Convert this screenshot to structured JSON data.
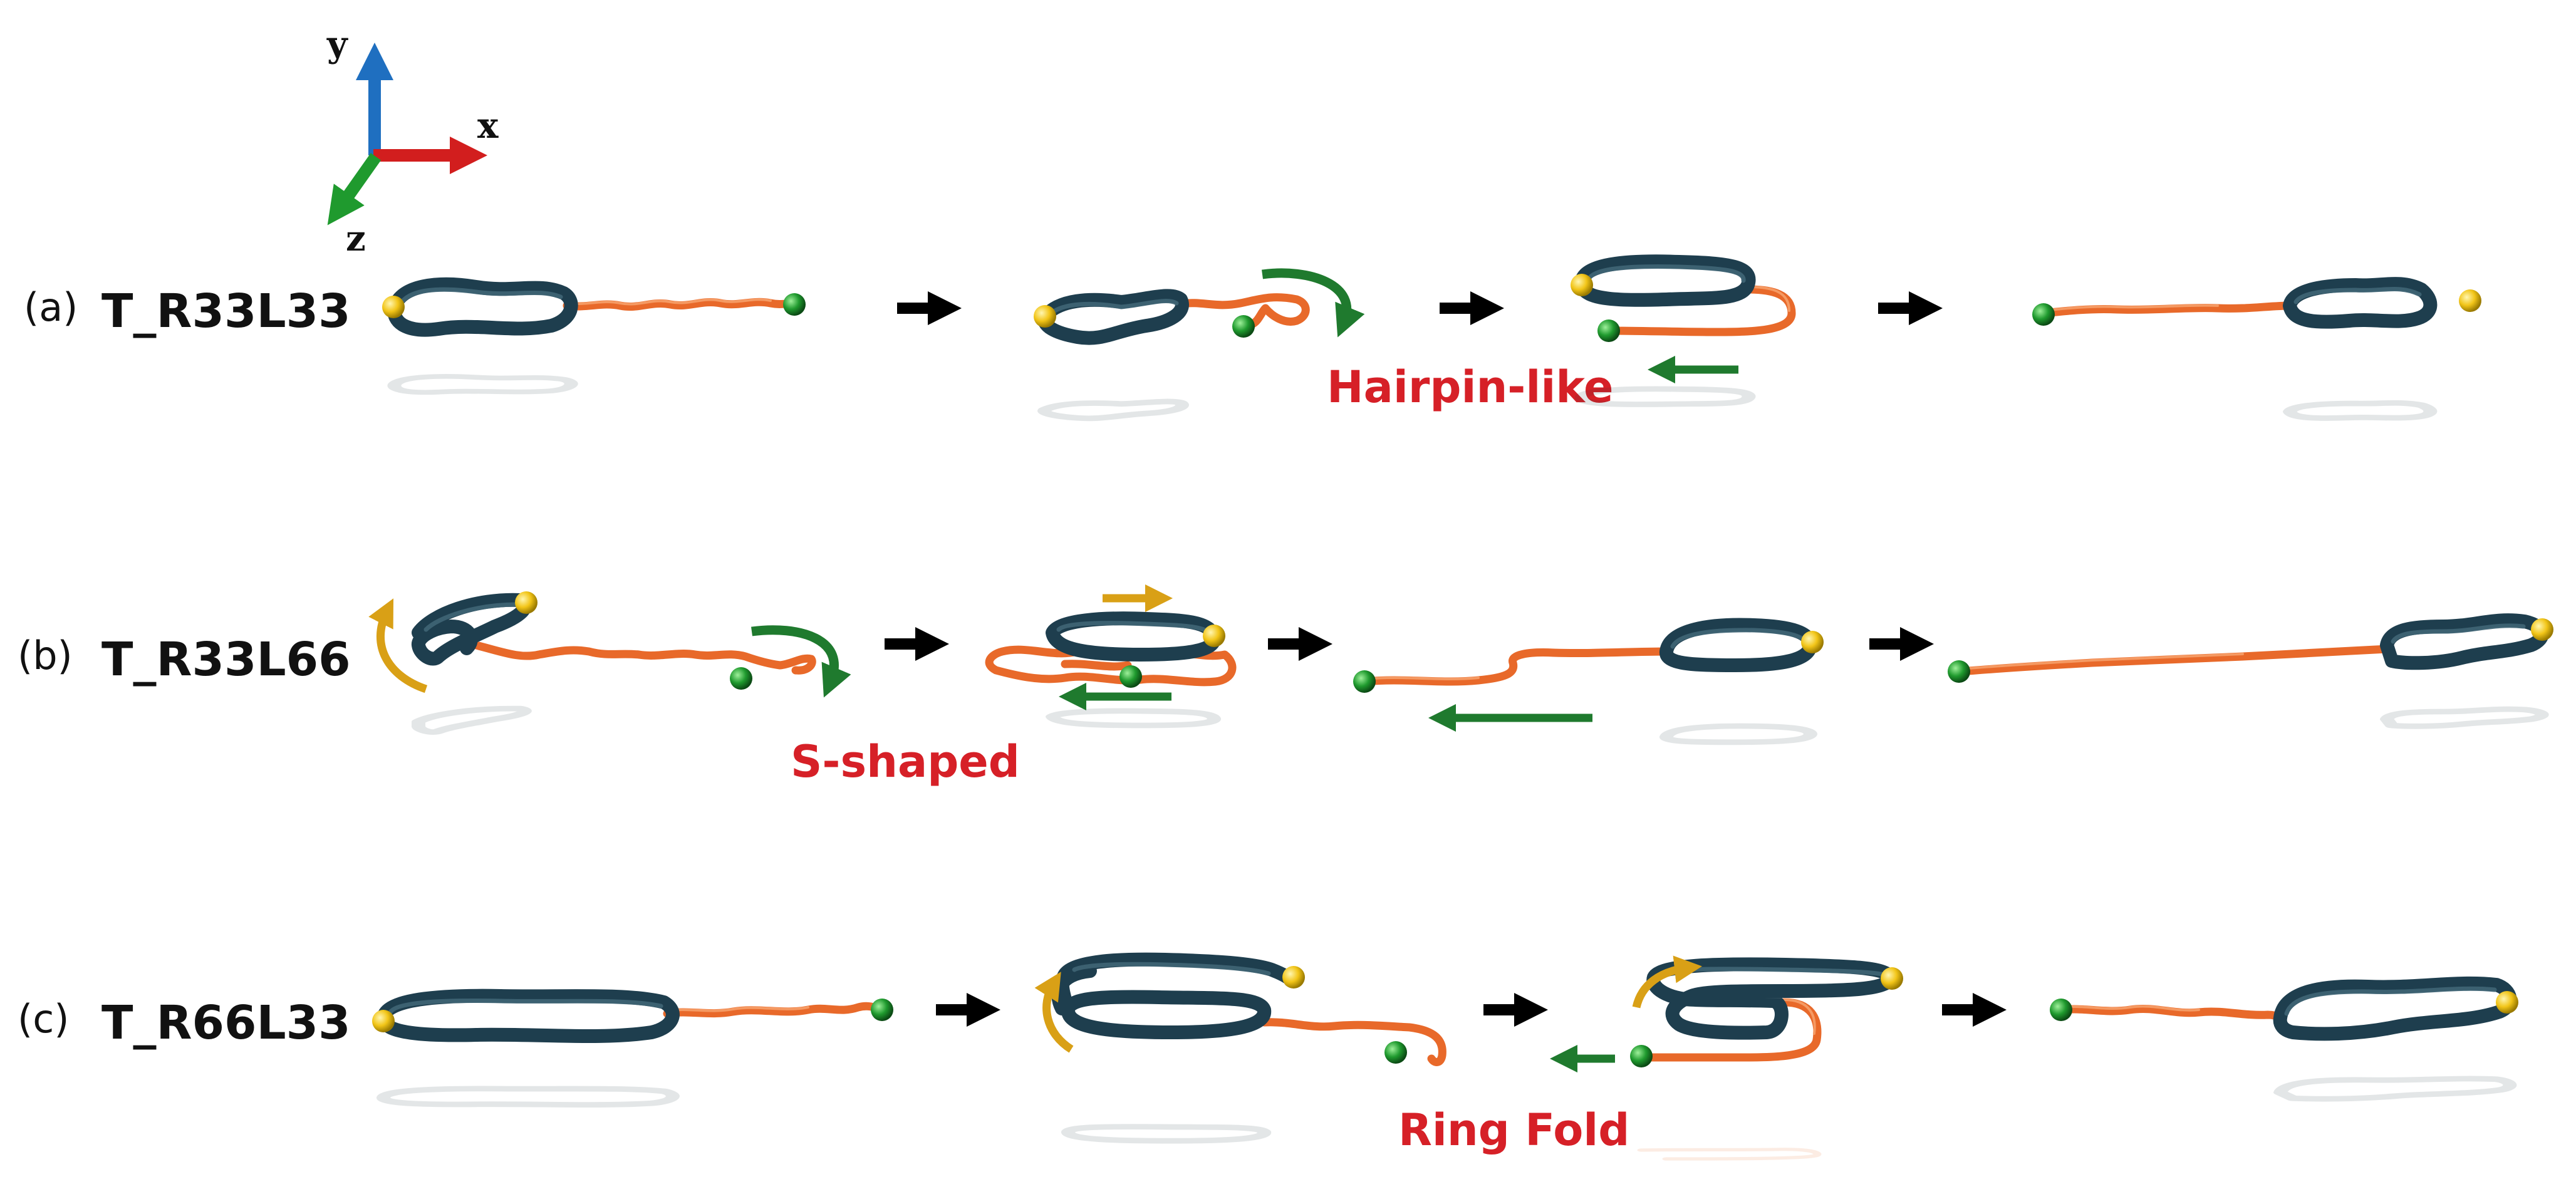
{
  "axes": {
    "y": "y",
    "x": "x",
    "z": "z"
  },
  "rows": [
    {
      "panel": "(a)",
      "sample": "T_R33L33",
      "mechanism": "Hairpin-like"
    },
    {
      "panel": "(b)",
      "sample": "T_R33L66",
      "mechanism": "S-shaped"
    },
    {
      "panel": "(c)",
      "sample": "T_R66L33",
      "mechanism": "Ring Fold"
    }
  ],
  "colors": {
    "ring": "#1e3e4e",
    "linear_chain": "#e8692a",
    "ring_end_bead": "#f2c518",
    "chain_end_bead": "#1f9a2e",
    "label": "#d62027",
    "green_arrow": "#1f7a2e",
    "gold_arrow": "#d9a016",
    "step_arrow": "#000000",
    "axis_x": "#d21e1e",
    "axis_y": "#1f6fc0",
    "axis_z": "#1f9a2e"
  }
}
